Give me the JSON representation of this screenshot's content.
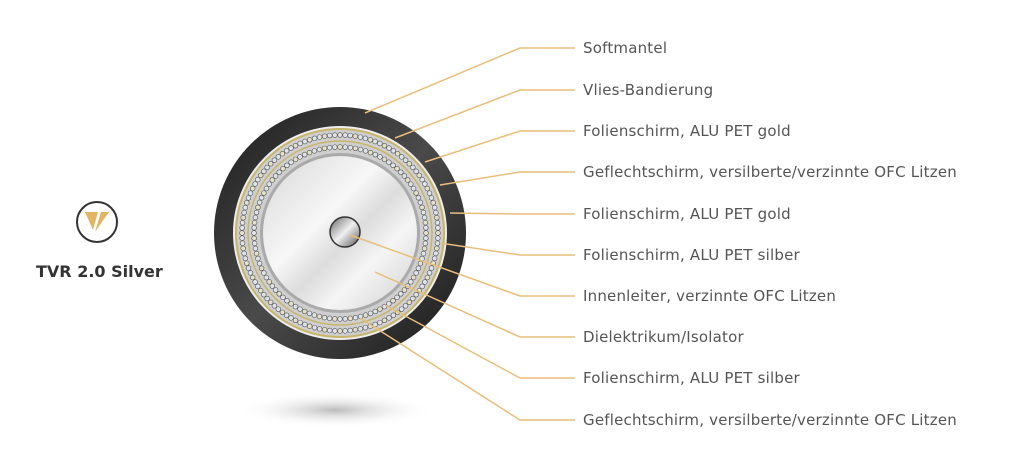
{
  "brand": {
    "name": "TVR 2.0 Silver",
    "logo_letter": "V"
  },
  "colors": {
    "leader_line": "#E9BE7A",
    "logo_accent": "#E3B563",
    "jacket": "#2a2a2a"
  },
  "labels": [
    "Softmantel",
    "Vlies-Bandierung",
    "Folienschirm, ALU PET gold",
    "Geflechtschirm, versilberte/verzinnte OFC Litzen",
    "Folienschirm, ALU PET gold",
    "Folienschirm, ALU PET silber",
    "Innenleiter, verzinnte OFC Litzen",
    "Dielektrikum/Isolator",
    "Folienschirm, ALU PET silber",
    "Geflechtschirm, versilberte/verzinnte OFC Litzen"
  ]
}
